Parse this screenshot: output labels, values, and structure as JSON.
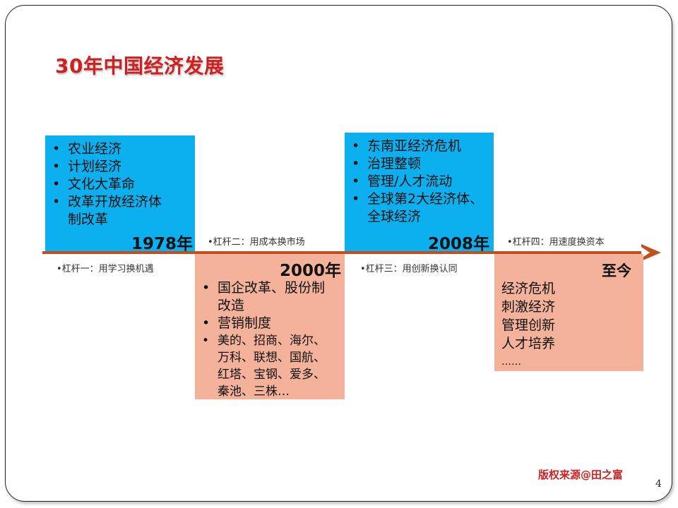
{
  "title": "30年中国经济发展",
  "periods": [
    {
      "year": "1978年",
      "items": [
        "农业经济",
        "计划经济",
        "文化大革命",
        "改革开放经济体制改革"
      ],
      "lever": "•杠杆一：用学习换机遇"
    },
    {
      "year": "2000年",
      "items": [
        "国企改革、股份制改造",
        "营销制度",
        "美的、招商、海尔、万科、联想、国航、红塔、宝钢、爱多、秦池、三株…"
      ],
      "lever": "•杠杆二：用成本换市场"
    },
    {
      "year": "2008年",
      "items": [
        "东南亚经济危机",
        "治理整顿",
        "管理/人才流动",
        "全球第2大经济体、全球经济"
      ],
      "lever": "•杠杆三：用创新换认同"
    },
    {
      "year": "至今",
      "items": [
        "经济危机",
        "刺激经济",
        "管理创新",
        "人才培养",
        "……"
      ],
      "lever": "•杠杆四：用速度换资本"
    }
  ],
  "copyright": "版权来源@田之富",
  "page_number": "4",
  "colors": {
    "title": "#d11f1f",
    "blue_box": "#0cb0ef",
    "salmon_box": "#f4b29a",
    "arrow": "#c0501f"
  }
}
